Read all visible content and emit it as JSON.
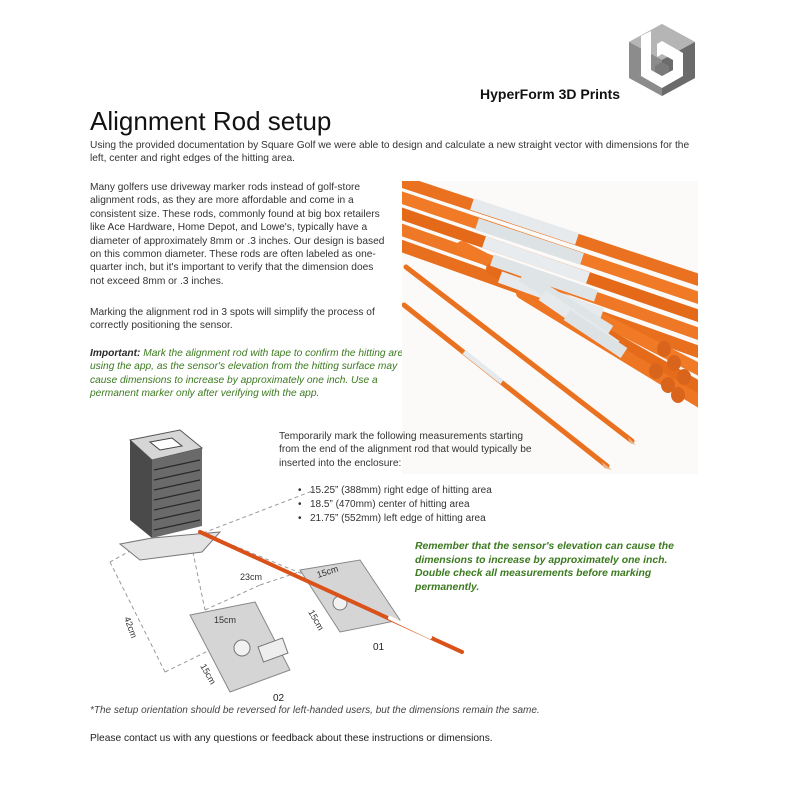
{
  "header": {
    "brand": "HyperForm 3D Prints",
    "title": "Alignment Rod setup"
  },
  "intro": "Using the provided documentation by Square Golf we were able to design and calculate a new straight vector with dimensions for the left, center and right edges of the hitting area.",
  "paragraphs": {
    "rods": "Many golfers use driveway marker rods instead of golf-store alignment rods, as they are more affordable and come in a consistent size. These rods, commonly found at big box retailers like Ace Hardware, Home Depot, and Lowe's, typically have a diameter of approximately 8mm or .3 inches. Our design is based on this common diameter. These rods are often labeled as one-quarter inch, but it's important to verify that the dimension does not exceed 8mm or .3 inches.",
    "marking": "Marking the alignment rod in 3 spots will simplify the process of correctly positioning the sensor."
  },
  "important": {
    "label": "Important:",
    "text": " Mark the alignment rod with tape to confirm the hitting area using the app, as the sensor's elevation from the hitting surface may cause dimensions to increase by approximately one inch. Use a permanent marker only after verifying with the app."
  },
  "measurements": {
    "intro": "Temporarily mark the following measurements starting from the end of the alignment rod that would typically be inserted into the enclosure:",
    "items": [
      "15.25” (388mm) right edge of hitting area",
      "18.5” (470mm) center of hitting area",
      "21.75” (552mm) left edge of hitting area"
    ]
  },
  "diagram": {
    "labels": {
      "d23": "23cm",
      "d15a": "15cm",
      "d15b": "15cm",
      "d15c": "15cm",
      "d15d": "15cm",
      "d42": "42cm",
      "mat1": "01",
      "mat2": "02"
    }
  },
  "reminder": "Remember that the sensor's elevation can cause the dimensions to increase by approximately one inch. Double check all measurements before marking permanently.",
  "footnote": "*The setup orientation should be reversed for left-handed users, but the dimensions remain the same.",
  "contact": "Please contact us with any questions or feedback about these instructions or dimensions.",
  "colors": {
    "rod_orange": "#e9711f",
    "rod_white": "#e4e8ea",
    "note_green": "#3b7a1f"
  }
}
